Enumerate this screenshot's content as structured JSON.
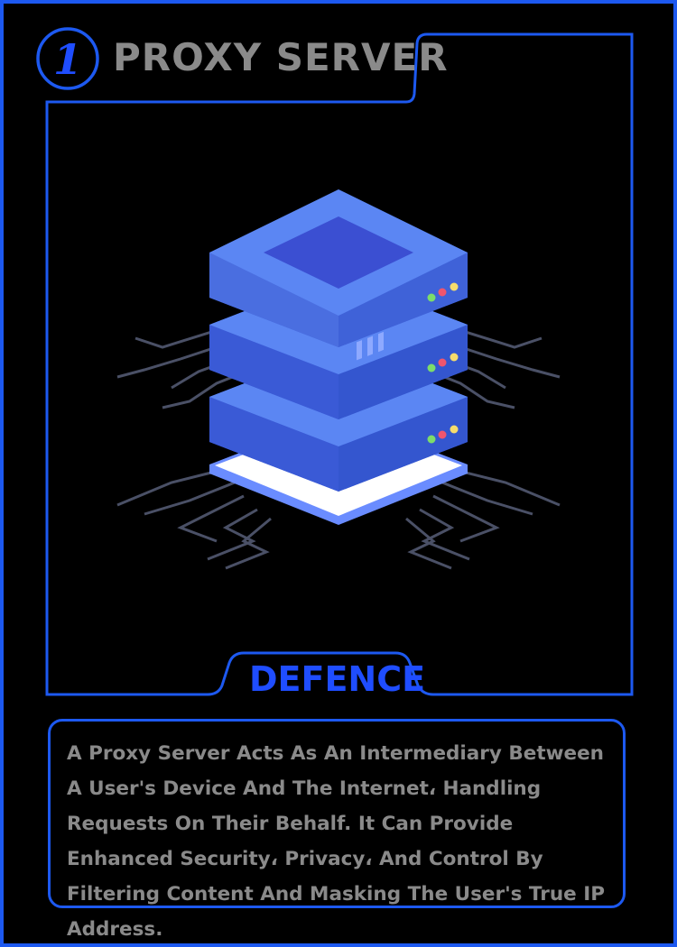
{
  "card": {
    "number": "1",
    "title": "PROXY SERVER",
    "type": "DEFENCE",
    "description": "A Proxy Server Acts As An Intermediary Between A User's Device And The Internet، Handling Requests On Their Behalf. It Can Provide Enhanced Security، Privacy، And Control By Filtering Content And Masking The User's True IP Address.",
    "art_icon": "server-rack-icon"
  },
  "colors": {
    "background": "#000000",
    "border": "#1d59f0",
    "title_text": "#8a8a8a",
    "type_text": "#1f4dff",
    "server_blue": "#4a78f0",
    "circuit_lines": "#4a5066"
  }
}
